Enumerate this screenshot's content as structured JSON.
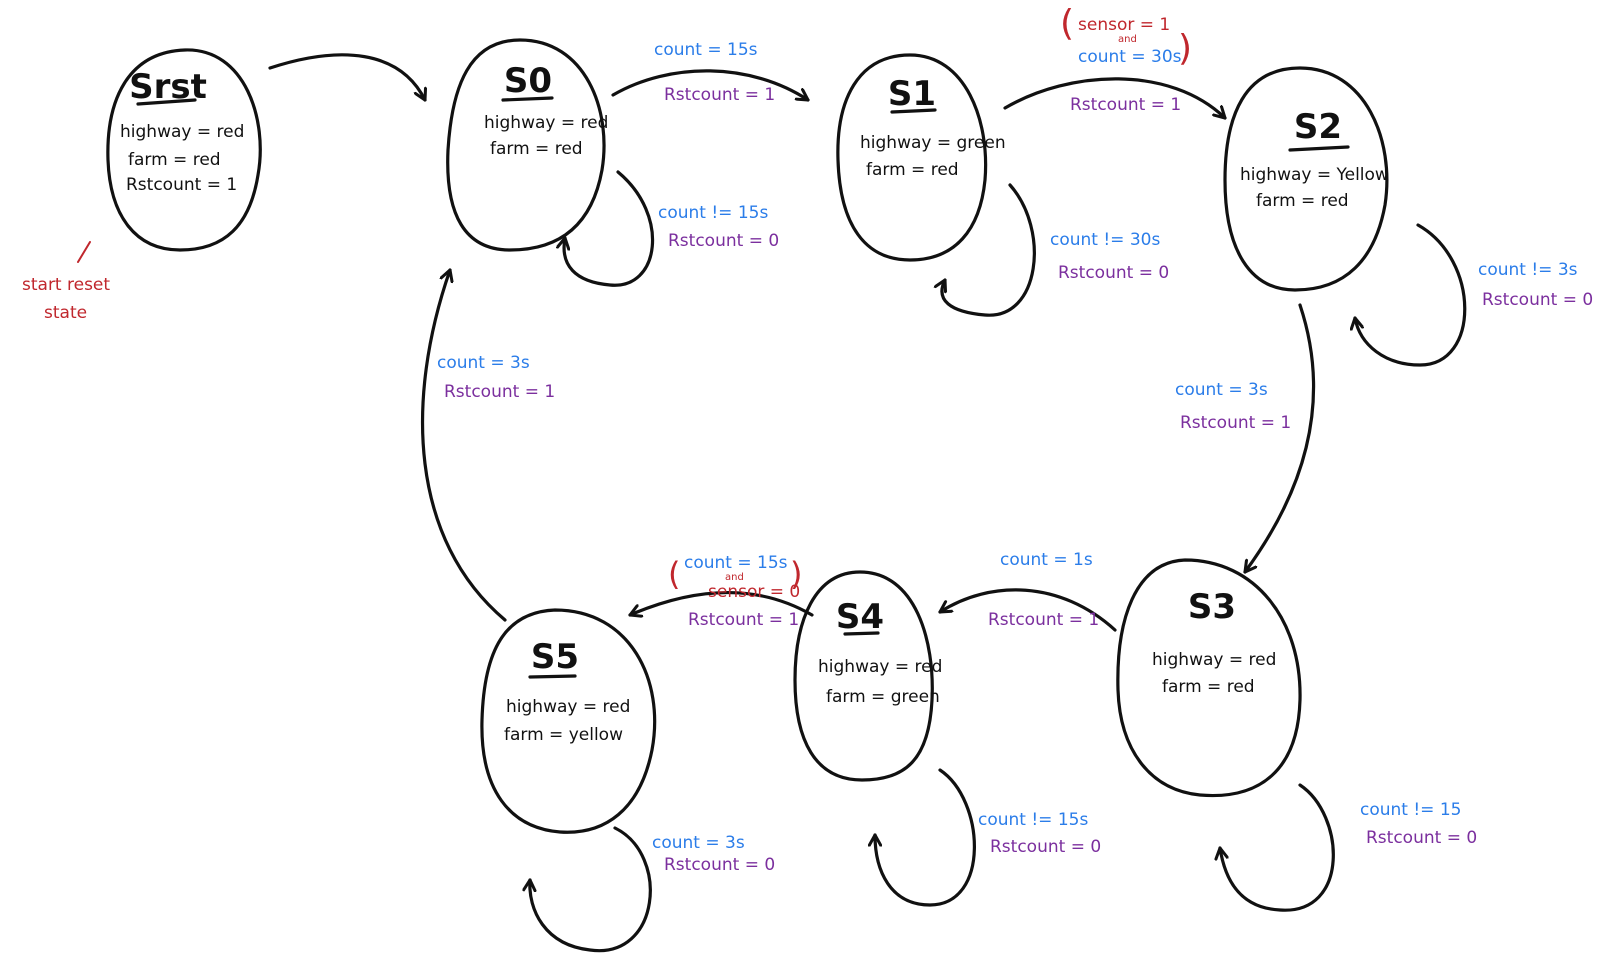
{
  "states": {
    "srst": {
      "name": "Srst",
      "lines": [
        "highway = red",
        "farm = red",
        "Rstcount = 1"
      ]
    },
    "s0": {
      "name": "S0",
      "lines": [
        "highway = red",
        "farm = red"
      ]
    },
    "s1": {
      "name": "S1",
      "lines": [
        "highway = green",
        "farm = red"
      ]
    },
    "s2": {
      "name": "S2",
      "lines": [
        "highway = Yellow",
        "farm = red"
      ]
    },
    "s3": {
      "name": "S3",
      "lines": [
        "highway = red",
        "farm = red"
      ]
    },
    "s4": {
      "name": "S4",
      "lines": [
        "highway = red",
        "farm = green"
      ]
    },
    "s5": {
      "name": "S5",
      "lines": [
        "highway = red",
        "farm = yellow"
      ]
    }
  },
  "start_note": [
    "start reset",
    "state"
  ],
  "transitions": {
    "s0_s1": {
      "cond": "count = 15s",
      "rst": "Rstcount = 1"
    },
    "s1_s2": {
      "cond_a": "sensor = 1",
      "and": "and",
      "cond_b": "count = 30s",
      "rst": "Rstcount = 1"
    },
    "s2_s3": {
      "cond": "count = 3s",
      "rst": "Rstcount = 1"
    },
    "s3_s4": {
      "cond": "count = 1s",
      "rst": "Rstcount = 1"
    },
    "s4_s5": {
      "cond_a": "count = 15s",
      "and": "and",
      "cond_b": "sensor = 0",
      "rst": "Rstcount = 1"
    },
    "s5_s0": {
      "cond": "count = 3s",
      "rst": "Rstcount = 1"
    }
  },
  "loops": {
    "s0": {
      "cond": "count != 15s",
      "rst": "Rstcount = 0"
    },
    "s1": {
      "cond": "count != 30s",
      "rst": "Rstcount = 0"
    },
    "s2": {
      "cond": "count != 3s",
      "rst": "Rstcount = 0"
    },
    "s3": {
      "cond": "count != 15",
      "rst": "Rstcount = 0"
    },
    "s4": {
      "cond": "count != 15s",
      "rst": "Rstcount = 0"
    },
    "s5": {
      "cond": "count = 3s",
      "rst": "Rstcount = 0"
    }
  },
  "colors": {
    "stroke": "#111111",
    "condition": "#2b7de9",
    "reset": "#7b2f9e",
    "note": "#c0272d"
  }
}
